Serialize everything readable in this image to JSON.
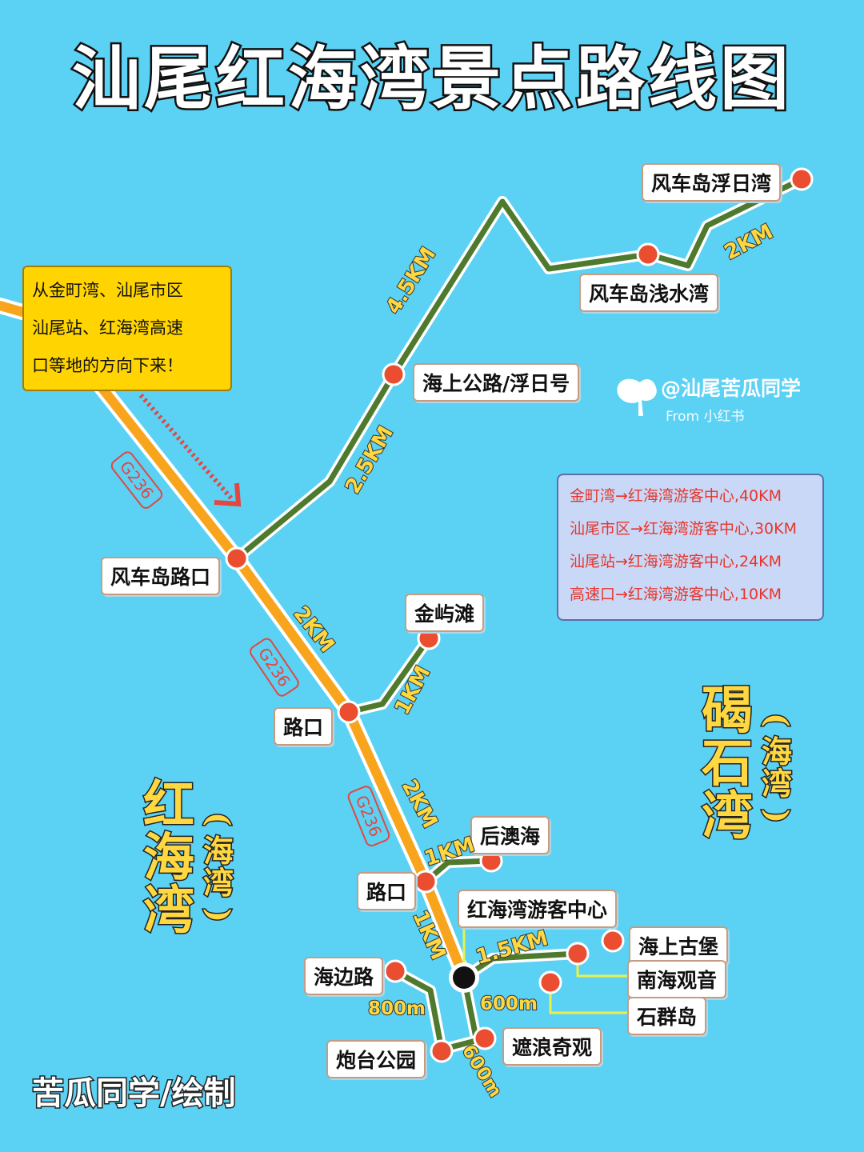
{
  "title": "汕尾红海湾景点路线图",
  "note": {
    "lines": [
      "从金町湾、汕尾市区",
      "汕尾站、红海湾高速",
      "口等地的方向下来！"
    ]
  },
  "distances": [
    "金町湾→红海湾游客中心,40KM",
    "汕尾市区→红海湾游客中心,30KM",
    "汕尾站→红海湾游客中心,24KM",
    "高速口→红海湾游客中心,10KM"
  ],
  "author": {
    "handle": "@汕尾苦瓜同学",
    "from": "From 小红书"
  },
  "credit": "苦瓜同学/绘制",
  "road_name": "G236",
  "places": {
    "fengchedao_furi": "风车岛浮日湾",
    "fengchedao_qianshui": "风车岛浅水湾",
    "haishang_gonglu": "海上公路/浮日号",
    "fengchedao_lukou": "风车岛路口",
    "jinyutan": "金屿滩",
    "lukou_1": "路口",
    "houaohai": "后澳海",
    "lukou_2": "路口",
    "visitor_center": "红海湾游客中心",
    "haishang_gubao": "海上古堡",
    "nanhai_guanyin": "南海观音",
    "shiqundao": "石群岛",
    "haibian_lu": "海边路",
    "paotai_gongyuan": "炮台公园",
    "zhelang_qiguan": "遮浪奇观"
  },
  "segments": {
    "s_2km_top": "2KM",
    "s_4_5km": "4.5KM",
    "s_2_5km": "2.5KM",
    "s_2km_main1": "2KM",
    "s_1km_jinyu": "1KM",
    "s_2km_main2": "2KM",
    "s_1km_houao": "1KM",
    "s_1km_main3": "1KM",
    "s_1_5km": "1.5KM",
    "s_800m": "800m",
    "s_600m_a": "600m",
    "s_600m_b": "600m"
  },
  "bays": {
    "west_name": [
      "红",
      "海",
      "湾"
    ],
    "west_type": [
      "(",
      "海",
      "湾",
      ")"
    ],
    "east_name": [
      "碣",
      "石",
      "湾"
    ],
    "east_type": [
      "(",
      "海",
      "湾",
      ")"
    ]
  },
  "colors": {
    "sea": "#5bd1f4",
    "main_road": "#f8a41c",
    "side_road": "#4f7a2e",
    "poi_dot": "#ea4d30",
    "note_bg": "#ffd400",
    "distance_text": "#e8352b"
  },
  "icons": {
    "author_logo": "heart-sprout-icon",
    "direction": "chevron-arrow-icon",
    "visitor_center": "black-circle-marker"
  }
}
